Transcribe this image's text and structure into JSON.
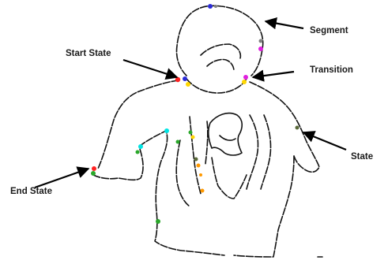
{
  "labels": {
    "segment": "Segment",
    "start_state": "Start State",
    "transition": "Transition",
    "state": "State",
    "end_state": "End State"
  },
  "colors": {
    "contour": "#111111",
    "background": "#ffffff",
    "point_palette": [
      "#2b2bd6",
      "#ff2222",
      "#ffd700",
      "#e020e0",
      "#2aa82a",
      "#00e5e5",
      "#ff9900",
      "#5a6a3a",
      "#808080"
    ]
  }
}
